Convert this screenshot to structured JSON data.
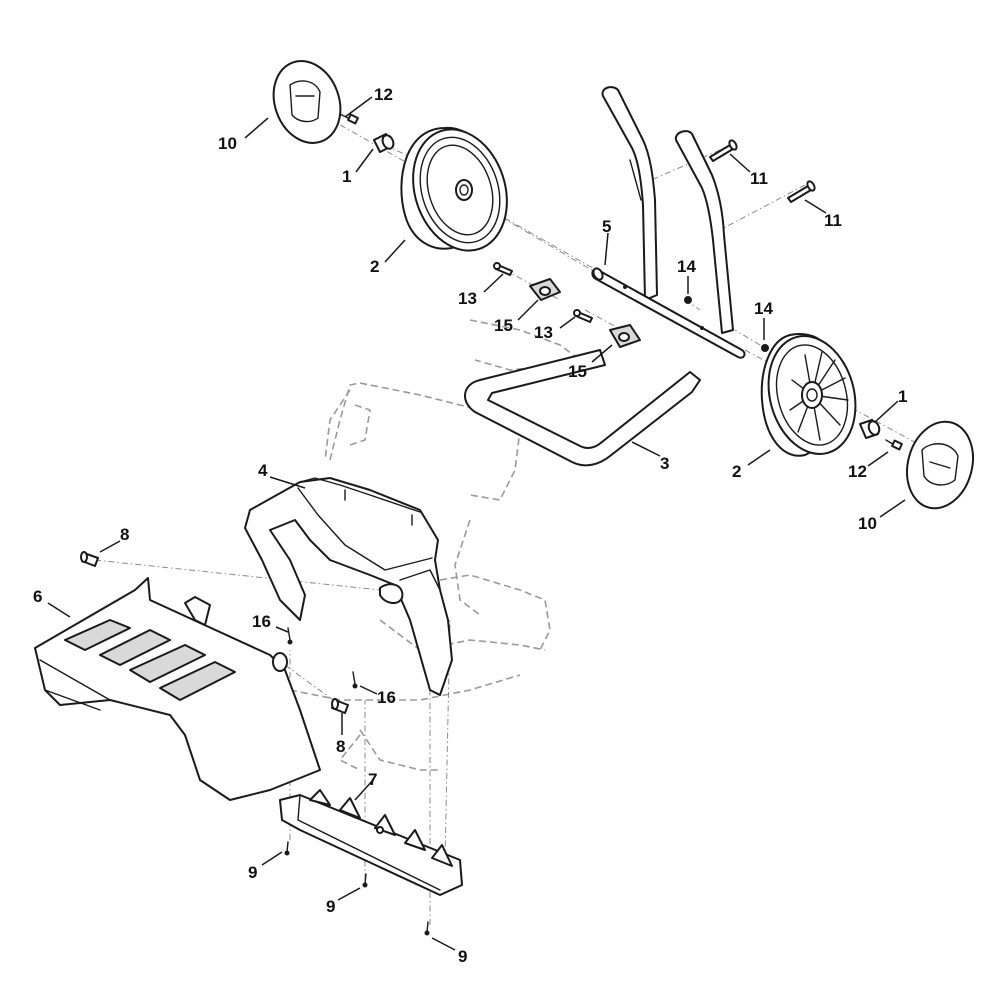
{
  "callouts": {
    "c1a": "1",
    "c1b": "1",
    "c2a": "2",
    "c2b": "2",
    "c3": "3",
    "c4": "4",
    "c5": "5",
    "c6": "6",
    "c7": "7",
    "c8a": "8",
    "c8b": "8",
    "c9a": "9",
    "c9b": "9",
    "c9c": "9",
    "c10a": "10",
    "c10b": "10",
    "c11a": "11",
    "c11b": "11",
    "c12a": "12",
    "c12b": "12",
    "c13a": "13",
    "c13b": "13",
    "c14a": "14",
    "c14b": "14",
    "c15a": "15",
    "c15b": "15",
    "c16a": "16",
    "c16b": "16"
  }
}
